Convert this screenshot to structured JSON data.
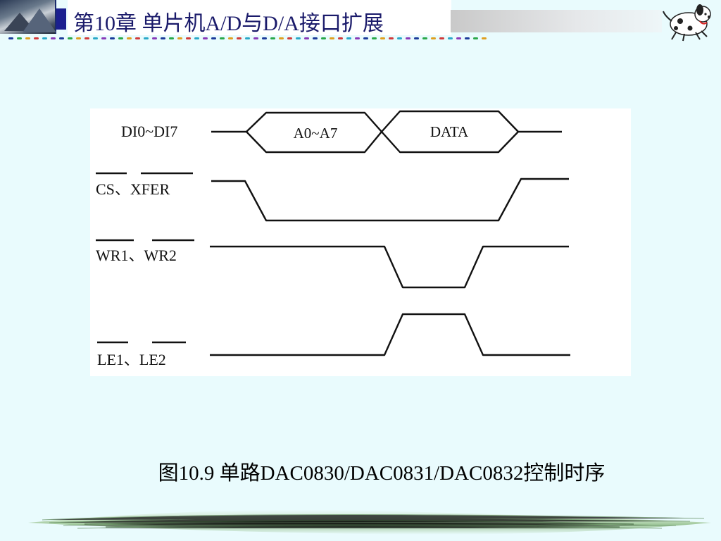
{
  "header": {
    "title": "第10章 单片机A/D与D/A接口扩展"
  },
  "diagram": {
    "signals": [
      {
        "label": "DI0~DI7"
      },
      {
        "label": "CS、XFER"
      },
      {
        "label": "WR1、WR2"
      },
      {
        "label": "LE1、LE2"
      }
    ],
    "bus_segments": [
      {
        "label": "A0~A7"
      },
      {
        "label": "DATA"
      }
    ]
  },
  "caption": "图10.9  单路DAC0830/DAC0831/DAC0832控制时序",
  "colors": {
    "background": "#e9fbfd",
    "title_text": "#1a1a6a",
    "title_marker": "#1b1f8f"
  }
}
